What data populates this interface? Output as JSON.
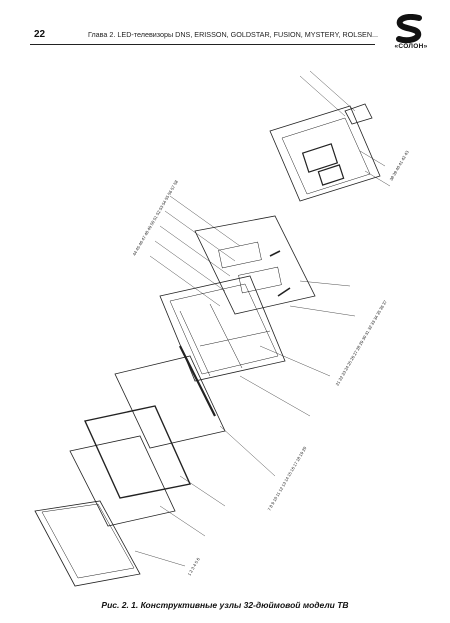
{
  "header": {
    "page_number": "22",
    "running_title": "Глава 2. LED-телевизоры DNS, ERISSON, GOLDSTAR, FUSION, MYSTERY, ROLSEN..."
  },
  "logo": {
    "text": "«СОЛОН»",
    "icon": "solon-s-logo-icon"
  },
  "figure": {
    "callout_numbers_left_top": [
      "44",
      "45",
      "46",
      "47",
      "48",
      "49",
      "50",
      "51",
      "52",
      "53",
      "54",
      "55",
      "56",
      "57",
      "58"
    ],
    "callout_numbers_right_top": [
      "38",
      "39",
      "40",
      "41",
      "42",
      "43"
    ],
    "callout_numbers_right": [
      "21",
      "22",
      "23",
      "24",
      "25",
      "26",
      "27",
      "28",
      "29",
      "30",
      "31",
      "32",
      "33",
      "34",
      "35",
      "36",
      "37"
    ],
    "callout_numbers_right_bottom": [
      "7",
      "8",
      "9",
      "10",
      "11",
      "12",
      "13",
      "14",
      "15",
      "16",
      "17",
      "18",
      "19",
      "20"
    ],
    "callout_numbers_bottom": [
      "1",
      "2",
      "3",
      "4",
      "5",
      "6"
    ]
  },
  "caption": "Рис. 2. 1. Конструктивные узлы 32-дюймовой модели ТВ"
}
